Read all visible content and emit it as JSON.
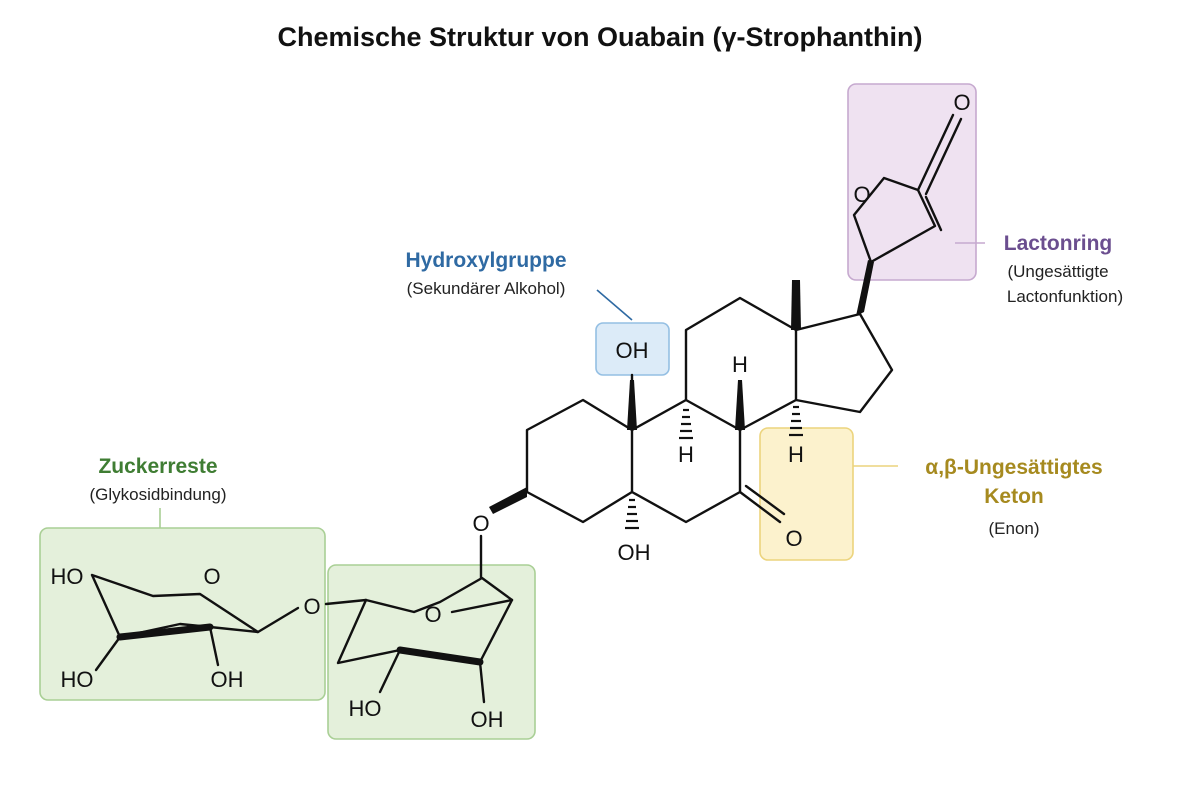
{
  "title": "Chemische Struktur von Ouabain (γ-Strophanthin)",
  "colors": {
    "sugar_box_fill": "#e4f0db",
    "sugar_box_stroke": "#a9cf95",
    "sugar_label": "#3f7d33",
    "hydroxyl_box_fill": "#dcebf8",
    "hydroxyl_box_stroke": "#94bfe3",
    "hydroxyl_label": "#2f6aa3",
    "lacton_box_fill": "#efe2f1",
    "lacton_box_stroke": "#c6a9cf",
    "lacton_label": "#6b4e8f",
    "keton_box_fill": "#fcf2cd",
    "keton_box_stroke": "#ecd47d",
    "keton_label": "#a68a1f"
  },
  "annotations": {
    "hydroxyl": {
      "title": "Hydroxylgruppe",
      "subtitle": "(Sekundärer Alkohol)"
    },
    "lacton": {
      "title": "Lactonring",
      "subtitle_line1": "(Ungesättigte",
      "subtitle_line2": "Lactonfunktion)"
    },
    "keton": {
      "title_line1": "α,β-Ungesättigtes",
      "title_line2": "Keton",
      "subtitle": "(Enon)"
    },
    "zucker": {
      "title": "Zuckerreste",
      "subtitle": "(Glykosidbindung)"
    }
  },
  "atoms": {
    "oh_top": "OH",
    "h_b": "H",
    "h_c_top": "H",
    "h_c_bottom": "H",
    "oh_bottom": "OH",
    "o_keton": "O",
    "o_glycosidic": "O",
    "o_lacton_carbonyl": "O",
    "o_lacton_ring": "O",
    "sugar1_ho_top": "HO",
    "sugar1_o_ring": "O",
    "sugar1_ho_bottom": "HO",
    "sugar1_oh_bottom": "OH",
    "o_sugar_link": "O",
    "sugar2_o_ring": "O",
    "sugar2_ho_bottom": "HO",
    "sugar2_oh_bottom": "OH"
  }
}
